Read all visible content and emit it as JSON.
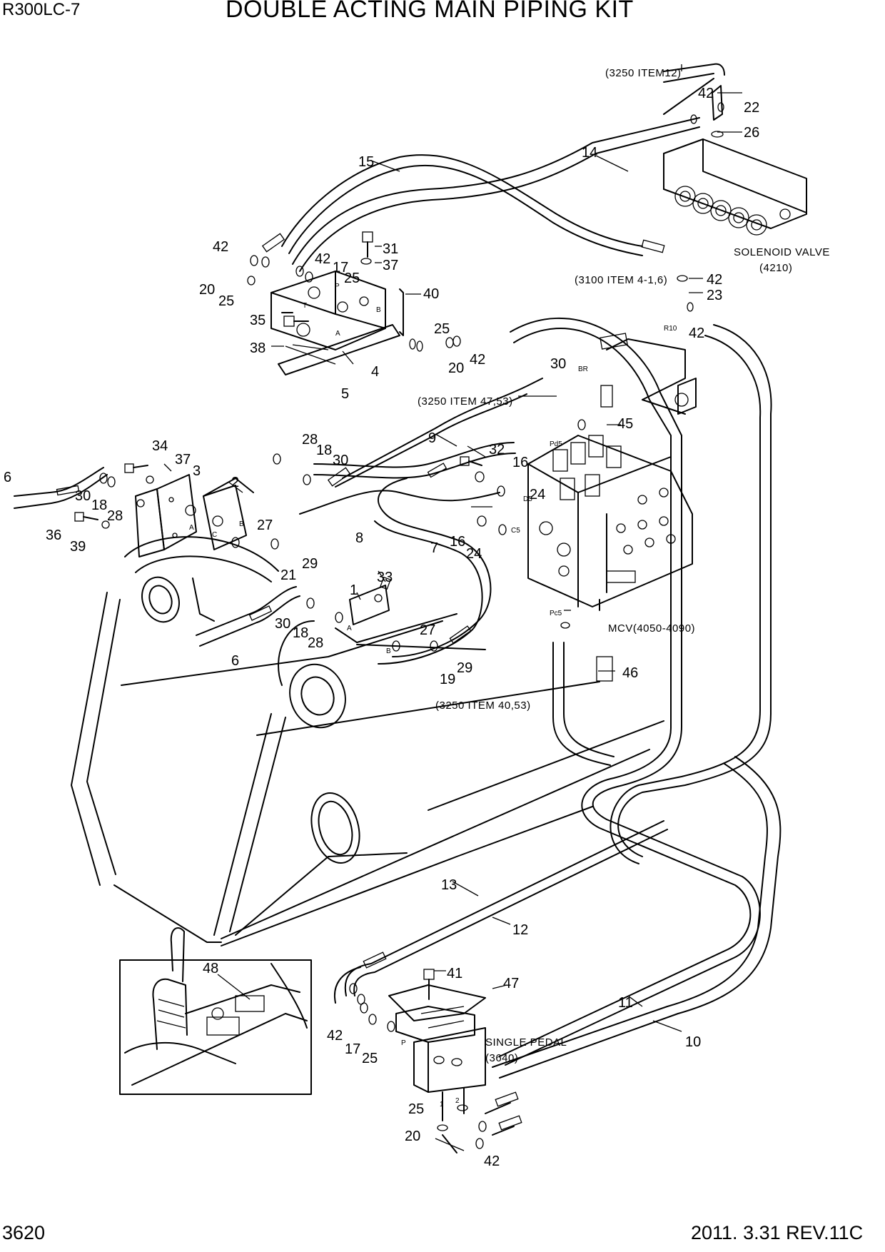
{
  "header": {
    "model": "R300LC-7",
    "title": "DOUBLE ACTING MAIN PIPING KIT"
  },
  "footer": {
    "page_number": "3620",
    "revision": "2011. 3.31  REV.11C"
  },
  "notes": {
    "ref_3250_item12": "(3250 ITEM12)",
    "solenoid_valve": "SOLENOID VALVE",
    "solenoid_valve_ref": "(4210)",
    "ref_3100_item4": "(3100 ITEM 4-1,6)",
    "ref_3250_item47": "(3250 ITEM 47,53)",
    "mcv": "MCV(4050-4090)",
    "ref_3250_item40": "(3250 ITEM 40,53)",
    "single_pedal": "SINGLE PEDAL",
    "single_pedal_ref": "(3640)"
  },
  "port_labels": {
    "r10": "R10",
    "br": "BR",
    "pd5": "Pd5",
    "d5": "D5",
    "c5": "C5",
    "pc5": "Pc5",
    "t": "T",
    "p": "P",
    "a": "A",
    "b": "B",
    "c": "C",
    "p2": "P",
    "one": "1",
    "two": "2"
  },
  "callouts": {
    "c42a": "42",
    "c22": "22",
    "c26": "26",
    "c14": "14",
    "c15": "15",
    "c31": "31",
    "c37a": "37",
    "c42b": "42",
    "c17a": "17",
    "c42c": "42",
    "c20a": "20",
    "c25a": "25",
    "c25b": "25",
    "c40": "40",
    "c35": "35",
    "c38": "38",
    "c4": "4",
    "c5": "5",
    "c25c": "25",
    "c20b": "20",
    "c42d": "42",
    "c42e": "42",
    "c23": "23",
    "c42f": "42",
    "c30a": "30",
    "c45": "45",
    "c9": "9",
    "c32": "32",
    "c16a": "16",
    "c24a": "24",
    "c28a": "28",
    "c18a": "18",
    "c30b": "30",
    "c34": "34",
    "c37b": "37",
    "c3": "3",
    "c2": "2",
    "c6a": "6",
    "c30c": "30",
    "c18b": "18",
    "c28b": "28",
    "c36": "36",
    "c39": "39",
    "c27a": "27",
    "c29a": "29",
    "c21": "21",
    "c8": "8",
    "c7": "7",
    "c16b": "16",
    "c24b": "24",
    "c33": "33",
    "c1": "1",
    "c30d": "30",
    "c18c": "18",
    "c28c": "28",
    "c27b": "27",
    "c29b": "29",
    "c19": "19",
    "c6b": "6",
    "c46": "46",
    "c13": "13",
    "c12": "12",
    "c48": "48",
    "c41": "41",
    "c47": "47",
    "c11": "11",
    "c10": "10",
    "c42g": "42",
    "c17b": "17",
    "c25d": "25",
    "c25e": "25",
    "c20c": "20",
    "c42h": "42"
  }
}
